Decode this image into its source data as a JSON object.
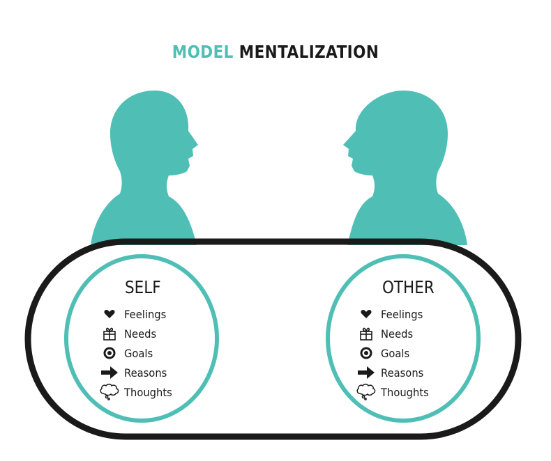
{
  "title": {
    "word1": "MODEL",
    "word2": "MENTALIZATION"
  },
  "colors": {
    "teal": "#4fbfb6",
    "dark": "#1a1a1a"
  },
  "panels": [
    {
      "heading": "SELF",
      "items": [
        {
          "icon": "heart-icon",
          "label": "Feelings"
        },
        {
          "icon": "gift-icon",
          "label": "Needs"
        },
        {
          "icon": "target-icon",
          "label": "Goals"
        },
        {
          "icon": "arrow-right-icon",
          "label": "Reasons"
        },
        {
          "icon": "thought-cloud-icon",
          "label": "Thoughts"
        }
      ]
    },
    {
      "heading": "OTHER",
      "items": [
        {
          "icon": "heart-icon",
          "label": "Feelings"
        },
        {
          "icon": "gift-icon",
          "label": "Needs"
        },
        {
          "icon": "target-icon",
          "label": "Goals"
        },
        {
          "icon": "arrow-right-icon",
          "label": "Reasons"
        },
        {
          "icon": "thought-cloud-icon",
          "label": "Thoughts"
        }
      ]
    }
  ]
}
